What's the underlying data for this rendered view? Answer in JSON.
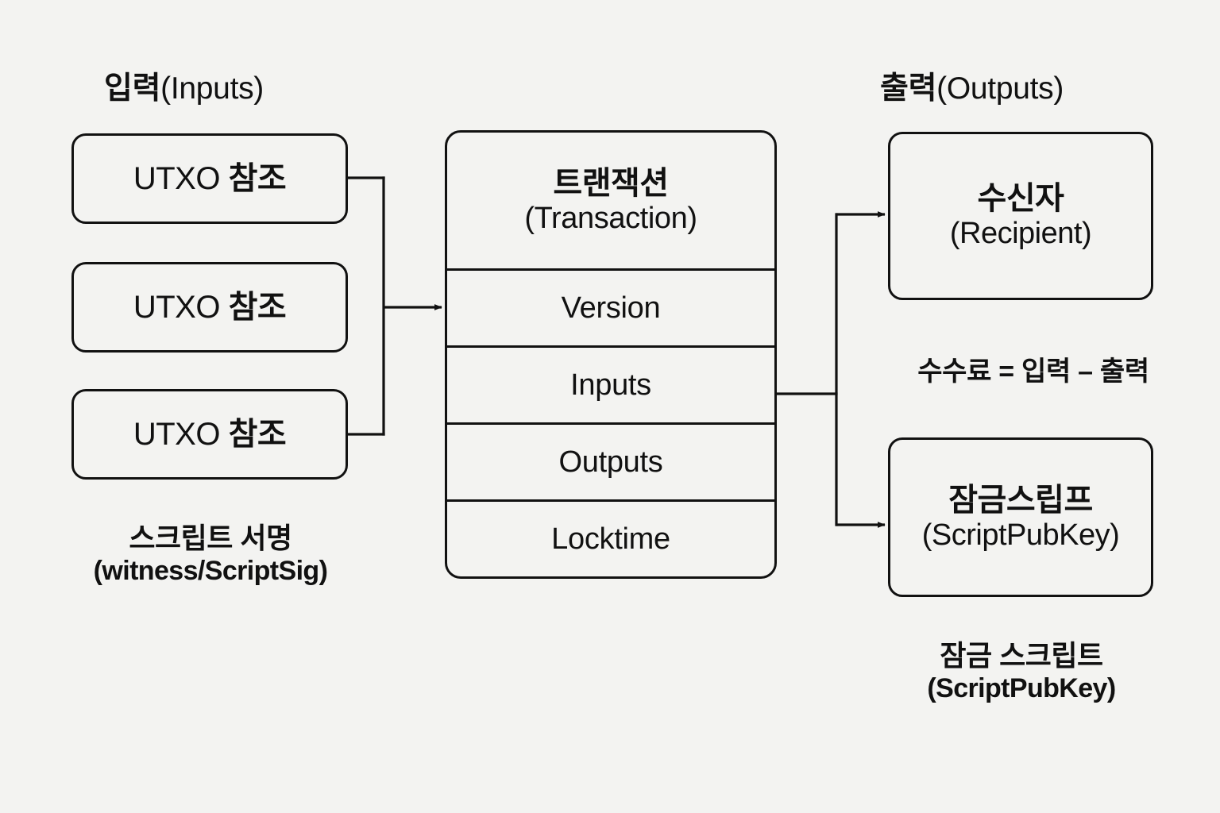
{
  "diagram": {
    "title": "Bitcoin Transaction Structure",
    "background_color": "#f3f3f1",
    "line_color": "#111111"
  },
  "inputs_section": {
    "heading_ko": "입력",
    "heading_en": "(Inputs)",
    "boxes": [
      {
        "ko": "UTXO ",
        "en": "참조"
      },
      {
        "ko": "UTXO ",
        "en": "참조"
      },
      {
        "ko": "UTXO ",
        "en": "참조"
      }
    ],
    "caption_ko": "스크립트 서명",
    "caption_en": "(witness/ScriptSig)"
  },
  "transaction": {
    "header_ko": "트랜잭션",
    "header_en": "(Transaction)",
    "rows": [
      {
        "label": "Version"
      },
      {
        "label": "Inputs"
      },
      {
        "label": "Outputs"
      },
      {
        "label": "Locktime"
      }
    ]
  },
  "outputs_section": {
    "heading_ko": "출력",
    "heading_en": "(Outputs)",
    "recipient": {
      "ko": "수신자",
      "en": "(Recipient)"
    },
    "scriptpubkey": {
      "ko": "잠금스립프",
      "en": "(ScriptPubKey)"
    },
    "fee_note": "수수료 = 입력 – 출력",
    "caption_ko": "잠금 스크립트",
    "caption_en": "(ScriptPubKey)"
  }
}
